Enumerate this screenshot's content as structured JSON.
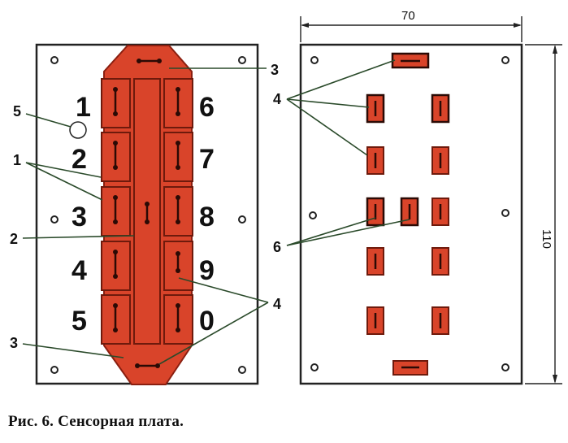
{
  "figure": {
    "caption": "Рис. 6. Сенсорная плата.",
    "dimension_width": "70",
    "dimension_height": "110",
    "digits_left_column": [
      "1",
      "2",
      "3",
      "4",
      "5"
    ],
    "digits_right_column": [
      "6",
      "7",
      "8",
      "9",
      "0"
    ],
    "callouts": {
      "label_1": "1",
      "label_2": "2",
      "label_3_top": "3",
      "label_3_bottom": "3",
      "label_4_left": "4",
      "label_4_right": "4",
      "label_5": "5",
      "label_6": "6"
    },
    "colors": {
      "copper": "#d9442a",
      "copper_dark": "#8a1f10",
      "board_outline": "#222222",
      "leader": "#2a4a2a"
    }
  }
}
